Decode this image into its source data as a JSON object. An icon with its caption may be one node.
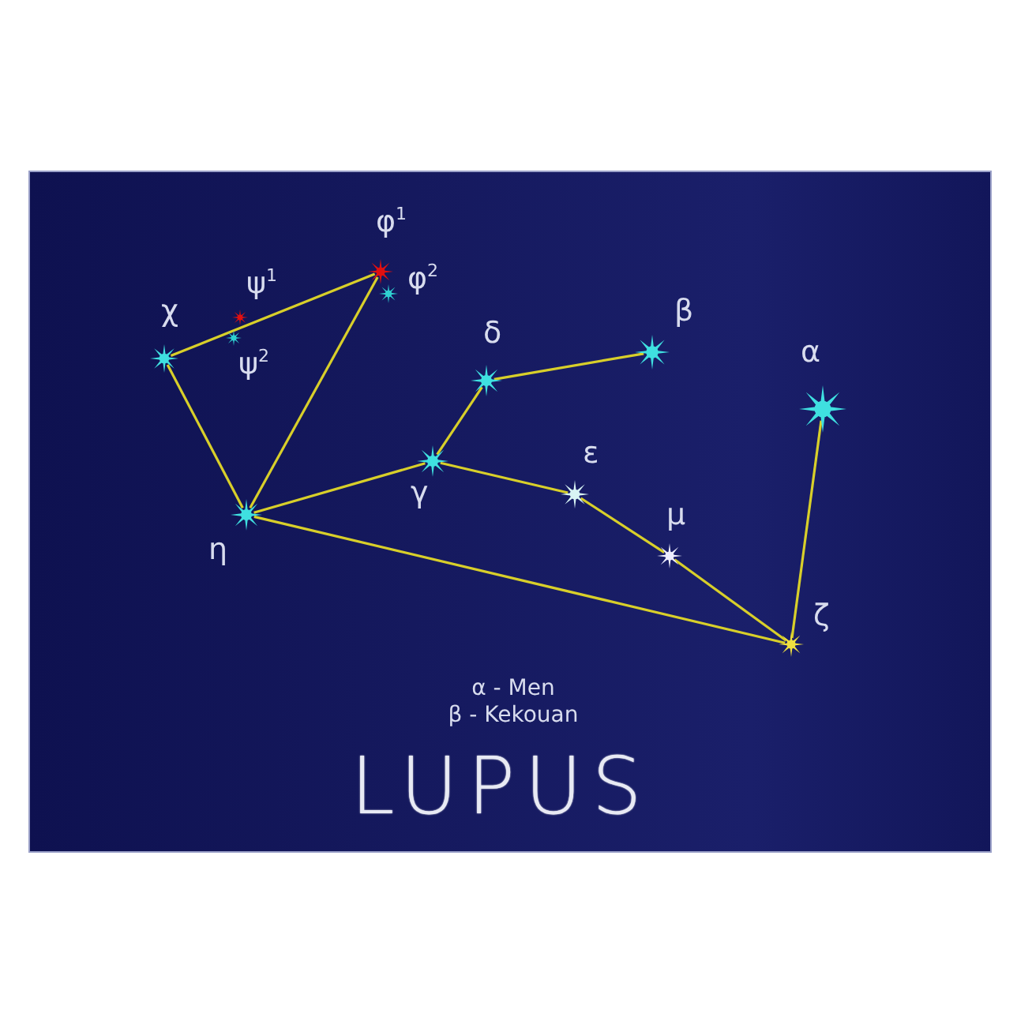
{
  "diagram": {
    "title": "LUPUS",
    "nodes": [
      {
        "text": [],
        "shape": "star",
        "beside": [
          "χ"
        ]
      },
      {
        "text": [],
        "shape": "star",
        "beside": [
          "ψ$^{1}$"
        ]
      },
      {
        "text": [],
        "shape": "star",
        "beside": [
          "ψ$^{2}$"
        ]
      },
      {
        "text": [],
        "shape": "star",
        "beside": [
          "φ$^{1}$"
        ]
      },
      {
        "text": [],
        "shape": "star",
        "beside": [
          "φ$^{2}$"
        ]
      },
      {
        "text": [],
        "shape": "star",
        "beside": [
          "δ"
        ]
      },
      {
        "text": [],
        "shape": "star",
        "beside": [
          "β"
        ]
      },
      {
        "text": [],
        "shape": "star",
        "beside": [
          "α"
        ]
      },
      {
        "text": [],
        "shape": "star",
        "beside": [
          "γ"
        ]
      },
      {
        "text": [],
        "shape": "star",
        "beside": [
          "ε"
        ]
      },
      {
        "text": [],
        "shape": "star",
        "beside": [
          "η"
        ]
      },
      {
        "text": [],
        "shape": "star",
        "beside": [
          "μ"
        ]
      },
      {
        "text": [],
        "shape": "star",
        "beside": [
          "ζ"
        ]
      }
    ],
    "edges": [
      {
        "from": 0,
        "to": 3,
        "arrow": "none"
      },
      {
        "from": 0,
        "to": 10,
        "arrow": "none"
      },
      {
        "from": 10,
        "to": 3,
        "arrow": "none"
      },
      {
        "from": 10,
        "to": 8,
        "arrow": "none"
      },
      {
        "from": 8,
        "to": 5,
        "arrow": "none"
      },
      {
        "from": 5,
        "to": 6,
        "arrow": "none"
      },
      {
        "from": 8,
        "to": 9,
        "arrow": "none"
      },
      {
        "from": 9,
        "to": 11,
        "arrow": "none"
      },
      {
        "from": 11,
        "to": 12,
        "arrow": "none"
      },
      {
        "from": 10,
        "to": 12,
        "arrow": "none"
      },
      {
        "from": 12,
        "to": 7,
        "arrow": "none"
      }
    ],
    "labels": [
      "α - Men",
      "β - Kekouan"
    ]
  }
}
